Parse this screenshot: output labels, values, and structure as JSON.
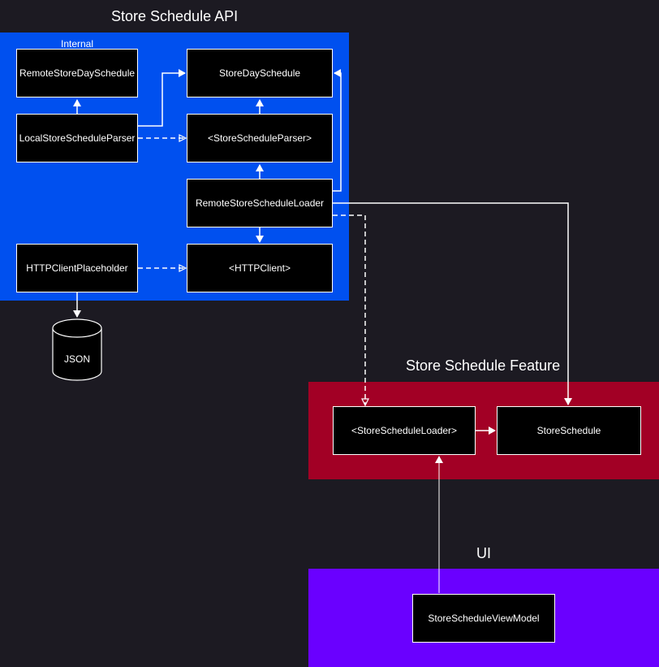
{
  "regions": {
    "api": {
      "title": "Store Schedule API",
      "sublabel": "Internal",
      "color": "#0050ef"
    },
    "feature": {
      "title": "Store Schedule Feature",
      "color": "#a20025"
    },
    "ui": {
      "title": "UI",
      "color": "#6a00ff"
    }
  },
  "nodes": {
    "remote_day_schedule": "RemoteStoreDaySchedule",
    "store_day_schedule": "StoreDaySchedule",
    "local_parser": "LocalStoreScheduleParser",
    "parser_protocol": "<StoreScheduleParser>",
    "remote_loader": "RemoteStoreScheduleLoader",
    "http_placeholder": "HTTPClientPlaceholder",
    "http_client": "<HTTPClient>",
    "loader_protocol": "<StoreScheduleLoader>",
    "store_schedule": "StoreSchedule",
    "view_model": "StoreScheduleViewModel"
  },
  "database": {
    "label": "JSON"
  },
  "colors": {
    "background": "#1c1a22",
    "node_fill": "#000000",
    "stroke": "#ffffff"
  }
}
